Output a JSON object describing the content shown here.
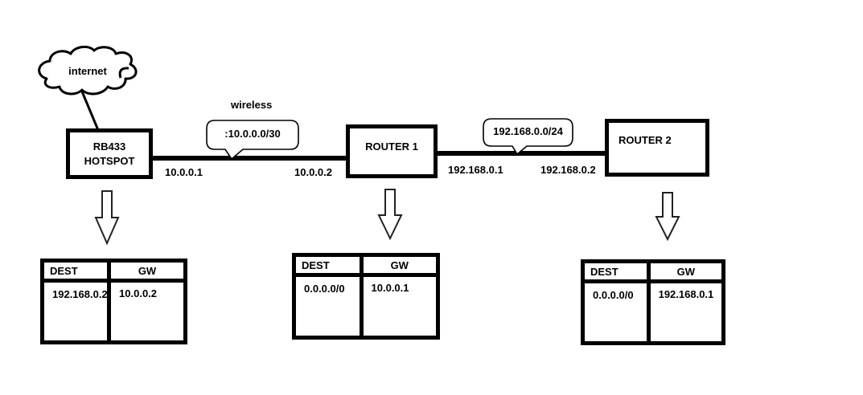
{
  "diagram": {
    "internet_label": "internet",
    "wireless_label": "wireless",
    "devices": {
      "hotspot_line1": "RB433",
      "hotspot_line2": "HOTSPOT",
      "router1": "ROUTER 1",
      "router2": "ROUTER 2"
    },
    "callouts": {
      "wireless_subnet": ":10.0.0.0/30",
      "lan_subnet": "192.168.0.0/24"
    },
    "interfaces": {
      "hotspot_wlan": "10.0.0.1",
      "router1_wlan": "10.0.0.2",
      "router1_lan": "192.168.0.1",
      "router2_lan": "192.168.0.2"
    },
    "routing_tables": {
      "col_dest": "DEST",
      "col_gw": "GW",
      "hotspot": {
        "dest": "192.168.0.2",
        "gw": "10.0.0.2"
      },
      "router1": {
        "dest": "0.0.0.0/0",
        "gw": "10.0.0.1"
      },
      "router2": {
        "dest": "0.0.0.0/0",
        "gw": "192.168.0.1"
      }
    },
    "colors": {
      "ink": "#000000",
      "background": "#ffffff"
    }
  }
}
